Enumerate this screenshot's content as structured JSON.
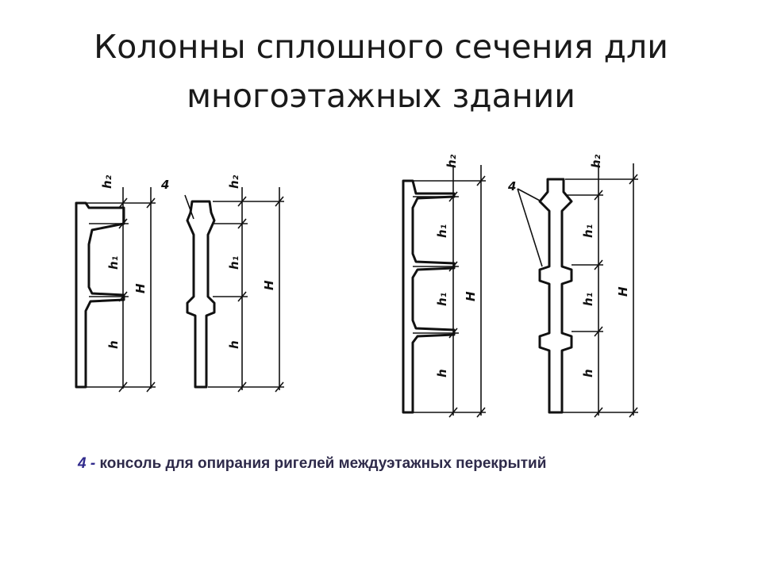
{
  "slide": {
    "title_line1": "Колонны сплошного сечения дли",
    "title_line2": "многоэтажных здании"
  },
  "caption": {
    "number": "4 -",
    "text": " консоль для опирания ригелей междуэтажных перекрытий"
  },
  "diagram": {
    "labels": {
      "h2": "h₂",
      "h1": "h₁",
      "h": "h",
      "H": "H",
      "console_mark": "4"
    }
  }
}
